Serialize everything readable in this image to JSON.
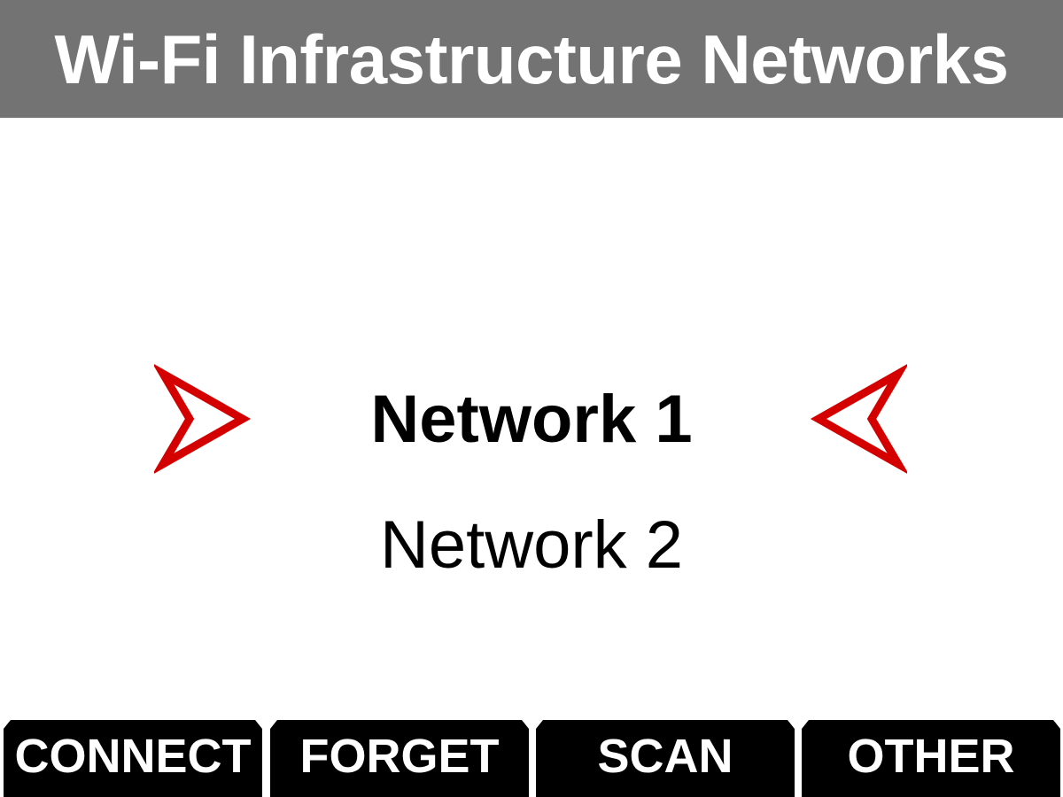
{
  "header": {
    "title": "Wi-Fi Infrastructure Networks"
  },
  "networks": [
    {
      "name": "Network 1",
      "selected": true
    },
    {
      "name": "Network 2",
      "selected": false
    }
  ],
  "selection_icons": {
    "left": "pointer-right-icon",
    "right": "pointer-left-icon",
    "color": "#d40000"
  },
  "softkeys": [
    {
      "label": "CONNECT"
    },
    {
      "label": "FORGET"
    },
    {
      "label": "SCAN"
    },
    {
      "label": "OTHER"
    }
  ]
}
